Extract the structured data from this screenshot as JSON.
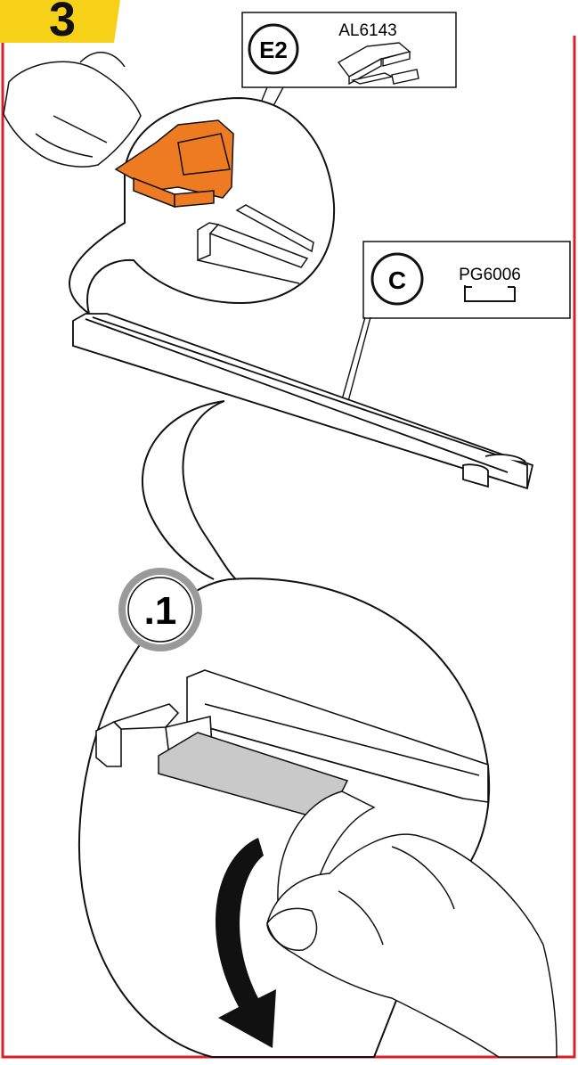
{
  "step": {
    "number": "3",
    "badge_color": "#f7d117",
    "border_color": "#d9202a"
  },
  "parts": [
    {
      "id": "E2",
      "code": "AL6143",
      "color": "#ee7a22"
    },
    {
      "id": "C",
      "code": "PG6006"
    }
  ],
  "substep": {
    "label": ".1"
  },
  "colors": {
    "tape": "#c9c9c9",
    "line": "#111111",
    "clip": "#ee7a22",
    "substep_ring": "#9a9a9a"
  }
}
